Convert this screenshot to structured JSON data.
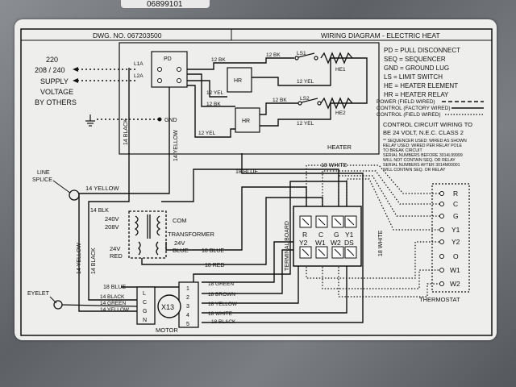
{
  "sticker_id": "06899101",
  "drawing_no": "DWG. NO. 067203500",
  "diagram_title": "WIRING DIAGRAM - ELECTRIC HEAT",
  "supply": {
    "voltage_220": "220",
    "voltage_208_240": "208 / 240",
    "supply": "SUPPLY",
    "voltage": "VOLTAGE",
    "by_others": "BY OTHERS"
  },
  "legend": [
    "PD = PULL DISCONNECT",
    "SEQ = SEQUENCER",
    "GND = GROUND LUG",
    "LS = LIMIT SWITCH",
    "HE = HEATER ELEMENT",
    "HR = HEATER RELAY"
  ],
  "wiring_key": [
    "POWER (FIELD WIRED)",
    "CONTROL (FACTORY WIRED)",
    "CONTROL (FIELD WIRED)"
  ],
  "control_note": [
    "CONTROL CIRCUIT WIRING TO",
    "BE 24 VOLT, N.E.C. CLASS 2"
  ],
  "fine_print": [
    "** SEQUENCER USED: WIRED AS SHOWN",
    "RELAY USED: WIRED PER RELAY POLE",
    "TO BREAK CIRCUIT",
    "SERIAL NUMBERS BEFORE 3014L99999",
    "WILL NOT CONTAIN SEQ. OR RELAY",
    "SERIAL NUMBERS AFTER 3014M00001",
    "WILL CONTAIN SEQ. OR RELAY"
  ],
  "labels": {
    "pd": "PD",
    "l1a": "L1A",
    "l2a": "L2A",
    "gnd": "GND",
    "ls1": "LS1",
    "ls2": "LS2",
    "he1": "HE1",
    "he2": "HE2",
    "hr": "HR",
    "heater": "HEATER",
    "bk12": "12 BK",
    "yel12": "12 YEL",
    "black14": "14 BLACK",
    "yellow14": "14 YELLOW",
    "blue18": "18 BLUE",
    "white18": "18 WHITE",
    "line_splice_1": "LINE",
    "line_splice_2": "SPLICE",
    "yellow14_b": "14 YELLOW",
    "blk14": "14 BLK",
    "v240": "240V",
    "v208": "208V",
    "com": "COM",
    "transformer": "TRANSFORMER",
    "v24": "24V",
    "red": "RED",
    "blue": "BLUE",
    "v24b": "24V",
    "blue18_b": "18 BLUE",
    "red18": "18 RED",
    "blue18_c": "18 BLUE",
    "black14_b": "14 BLACK",
    "yellow14_c": "14 YELLOW",
    "terminal_board": "TERMINAL BOARD",
    "white18_b": "18 WHITE",
    "thermostat": "THERMOSTAT",
    "eyelet": "EYELET",
    "motor": "MOTOR",
    "x13": "X13",
    "m_black14": "14 BLACK",
    "m_green14": "14 GREEN",
    "m_yellow14": "14 YELLOW",
    "m_green18": "18 GREEN",
    "m_brown18": "18 BROWN",
    "m_yellow18": "18 YELLOW",
    "m_white18": "18 WHITE",
    "m_black18": "18 BLACK"
  },
  "motor_pins_left": [
    "L",
    "C",
    "G",
    "N"
  ],
  "motor_pins_right": [
    "1",
    "2",
    "3",
    "4",
    "5"
  ],
  "terminal_top": [
    "R",
    "C",
    "G",
    "Y1"
  ],
  "terminal_bottom": [
    "Y2",
    "W1",
    "W2",
    "DS"
  ],
  "thermostat_terms": [
    "R",
    "C",
    "G",
    "Y1",
    "Y2",
    "O",
    "W1",
    "W2"
  ]
}
